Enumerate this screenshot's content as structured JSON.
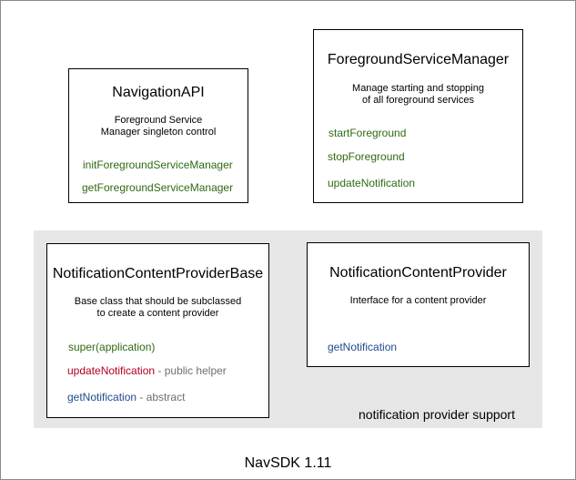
{
  "caption": "NavSDK 1.11",
  "group_label": "notification provider support",
  "boxes": {
    "navigation_api": {
      "title": "NavigationAPI",
      "desc_line1": "Foreground Service",
      "desc_line2": "Manager singleton control",
      "methods": [
        "initForegroundServiceManager",
        "getForegroundServiceManager"
      ]
    },
    "foreground_service_manager": {
      "title": "ForegroundServiceManager",
      "desc_line1": "Manage starting and stopping",
      "desc_line2": "of all foreground services",
      "methods": [
        "startForeground",
        "stopForeground",
        "updateNotification"
      ]
    },
    "notification_content_provider_base": {
      "title": "NotificationContentProviderBase",
      "desc_line1": "Base class that should be subclassed",
      "desc_line2": "to create a content provider",
      "methods": [
        {
          "name": "super(application)",
          "note": ""
        },
        {
          "name": "updateNotification",
          "note": " - public helper"
        },
        {
          "name": "getNotification",
          "note": " - abstract"
        }
      ]
    },
    "notification_content_provider": {
      "title": "NotificationContentProvider",
      "desc_line1": "Interface for a content provider",
      "methods": [
        "getNotification"
      ]
    }
  },
  "colors": {
    "method_green": "#2f6a12",
    "method_red": "#b00020",
    "method_blue": "#1f4a8a",
    "note_gray": "#6e6e6e",
    "group_background": "#e6e6e6"
  }
}
